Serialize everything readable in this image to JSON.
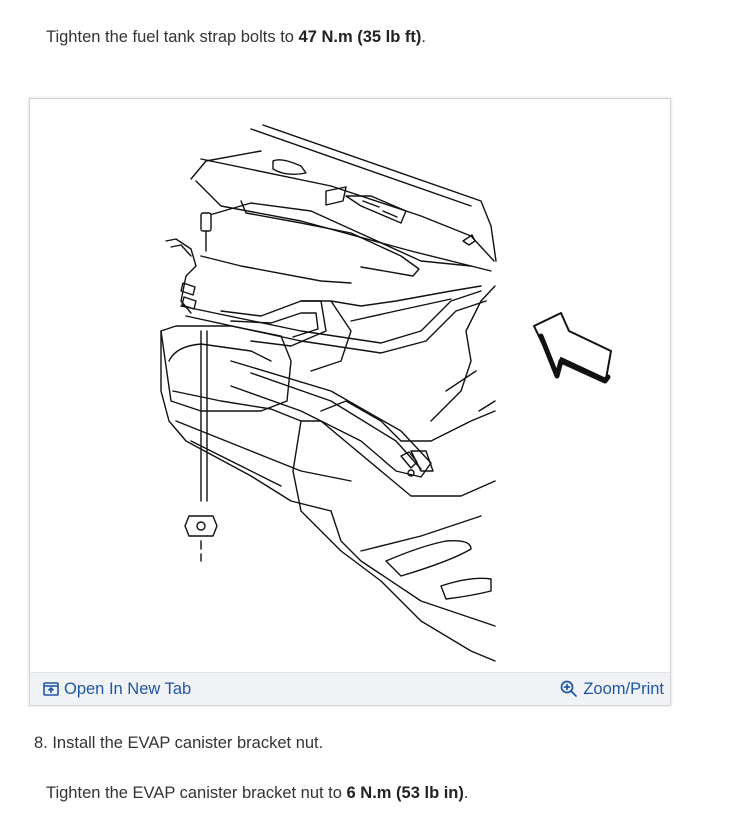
{
  "instructions": {
    "tighten_1": {
      "prefix": "Tighten the fuel tank strap bolts to ",
      "torque": "47 N.m (35 lb ft)",
      "suffix": "."
    },
    "step_8": "8. Install the EVAP canister bracket nut.",
    "tighten_2": {
      "prefix": "Tighten the EVAP canister bracket nut to ",
      "torque": "6 N.m (53 lb in)",
      "suffix": "."
    }
  },
  "figure_toolbar": {
    "open_label": "Open In New Tab",
    "zoom_label": "Zoom/Print",
    "link_color": "#1f57a6"
  },
  "icons": {
    "open": "open-in-new-tab-icon",
    "zoom": "zoom-in-icon"
  }
}
